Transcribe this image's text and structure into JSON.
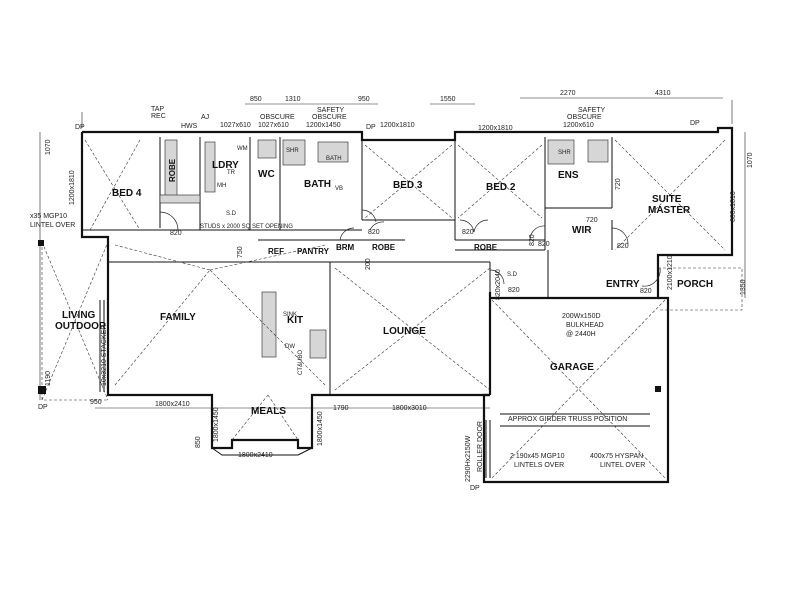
{
  "rooms": {
    "bed4": "BED 4",
    "ldry": "LDRY",
    "wc": "WC",
    "bath": "BATH",
    "bed3": "BED 3",
    "bed2": "BED 2",
    "ens": "ENS",
    "suite": "SUITE",
    "master": "MASTER",
    "wir": "WIR",
    "living": "LIVING",
    "outdoor": "OUTDOOR",
    "family": "FAMILY",
    "kit": "KIT",
    "meals": "MEALS",
    "lounge": "LOUNGE",
    "garage": "GARAGE",
    "entry": "ENTRY",
    "porch": "PORCH",
    "ref": "REF",
    "pantry": "PANTRY",
    "brm": "BRM",
    "robe1": "ROBE",
    "robe2": "ROBE",
    "robe3": "ROBE"
  },
  "fixtures": {
    "wm": "WM",
    "tr": "TR",
    "mh": "MH",
    "bath_fx": "BATH",
    "vb": "VB",
    "shr1": "SHR",
    "shr2": "SHR",
    "sd": "S.D",
    "sd2": "S.D",
    "dw": "DW",
    "sink": "SINK",
    "ct": "CT&UBO"
  },
  "top_dims": {
    "d850": "850",
    "d1310": "1310",
    "d950": "950",
    "d1550": "1550",
    "d2270": "2270",
    "d4310": "4310"
  },
  "windows": {
    "w1": "1027x610",
    "w1_note": "OBSCURE",
    "w2": "1027x610",
    "w3_note1": "SAFETY",
    "w3_note2": "OBSCURE",
    "w3": "1200x1450",
    "w4": "1200x1810",
    "w5": "1200x1810",
    "w6_note1": "SAFETY",
    "w6_note2": "OBSCURE",
    "w6": "1200x610",
    "dp1": "DP",
    "dp2": "DP",
    "dp3": "DP",
    "dp4": "DP",
    "dp5": "DP",
    "tap": "TAP",
    "rec": "REC",
    "hws": "HWS",
    "aj": "AJ"
  },
  "side_dims": {
    "d1070_l": "1070",
    "d1200x1810": "1200x1810",
    "d1070_r": "1070",
    "d600x1810": "600x1810",
    "d1350": "1350",
    "d1190": "1190",
    "d950b": "950",
    "d850b": "850"
  },
  "interior_dims": {
    "d820a": "820",
    "d820b": "820",
    "d820c": "820",
    "d820d": "820",
    "d820e": "820",
    "d820f": "820",
    "d820g": "820",
    "d820h": "820",
    "d720a": "720",
    "d720b": "720",
    "d750": "750",
    "d200": "200",
    "d1800x2410a": "1800x2410",
    "d1800x2410b": "1800x2410",
    "d1790": "1790",
    "d1800x3010": "1800x3010",
    "d1800x1450a": "1800x1450",
    "d1800x1450b": "1800x1450",
    "d2100x1210": "2100x1210",
    "d820x2040": "820x2040"
  },
  "notes": {
    "lintel_l1": "x35 MGP10",
    "lintel_l2": "LINTEL OVER",
    "stacker": "10x3210 STACKER",
    "bulkhead1": "200Wx150D",
    "bulkhead2": "BULKHEAD",
    "bulkhead3": "@ 2440H",
    "girder": "APPROX GIRDER TRUSS POSITION",
    "lintel_g1": "2 190x45 MGP10",
    "lintel_g2": "LINTELS OVER",
    "lintel_g3": "400x75 HYSPAN",
    "lintel_g4": "LINTEL OVER",
    "roller": "ROLLER DOOR",
    "roller_dim": "2290Hx2150W",
    "stud": "STUDS x 2000 SQ SET OPENING"
  }
}
